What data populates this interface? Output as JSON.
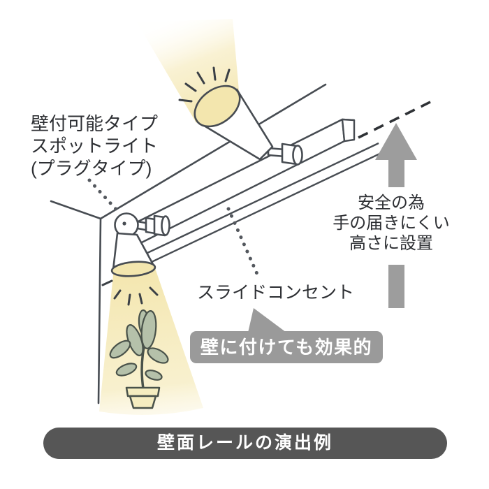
{
  "labels": {
    "spotlight": {
      "line1": "壁付可能タイプ",
      "line2": "スポットライト",
      "line3": "(プラグタイプ)"
    },
    "safety": {
      "line1": "安全の為",
      "line2": "手の届きにくい",
      "line3": "高さに設置"
    },
    "slide_outlet": "スライドコンセント",
    "bubble": "壁に付けても効果的",
    "footer": "壁面レールの演出例"
  },
  "colors": {
    "outline": "#474c52",
    "text": "#2d2f33",
    "beam_yellow": "#f3e6ae",
    "annotation_gray": "#9d9d9d",
    "bubble_bg": "#9a9a9a",
    "bubble_text": "#ffffff",
    "footer_bg": "#565656",
    "footer_text": "#ffffff",
    "leaf_green": "#b5c1aa",
    "pot_yellow": "#f5edc0"
  },
  "diagram_elements": [
    "wall-corner",
    "lighting-rail",
    "upper-spotlight",
    "lower-spotlight",
    "upper-light-beam",
    "lower-light-beam",
    "potted-plant",
    "height-dashed-line",
    "height-arrow",
    "leader-dotted-lines",
    "speech-bubble"
  ]
}
